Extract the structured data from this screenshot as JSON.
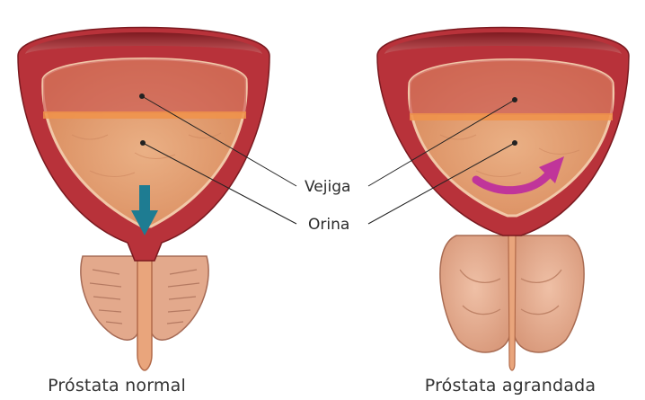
{
  "labels": {
    "bladder": "Vejiga",
    "urine": "Orina"
  },
  "captions": {
    "normal": "Próstata normal",
    "enlarged": "Próstata agrandada"
  },
  "colors": {
    "bladder_wall": "#b8323a",
    "bladder_wall_dark": "#8e1f27",
    "bladder_inner": "#e6a17a",
    "urine": "#e8a56e",
    "prostate": "#e7ae93",
    "flow_arrow": "#1e7c92",
    "blocked_arrow": "#c0359a"
  },
  "icons": {
    "normal_flow": "arrow-down-icon",
    "blocked_flow": "curved-arrow-icon"
  }
}
